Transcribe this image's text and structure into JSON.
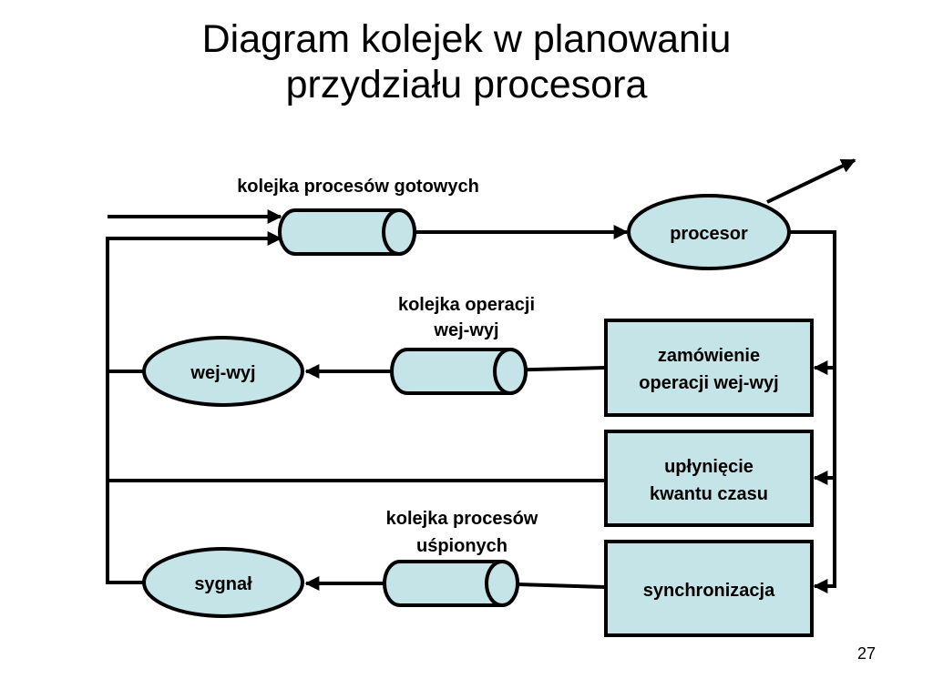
{
  "title": {
    "line1": "Diagram kolejek w planowaniu",
    "line2": "przydziału procesora"
  },
  "queues": {
    "ready_label": "kolejka procesów gotowych",
    "io_label_1": "kolejka operacji",
    "io_label_2": "wej-wyj",
    "sleep_label_1": "kolejka procesów",
    "sleep_label_2": "uśpionych"
  },
  "nodes": {
    "cpu": "procesor",
    "io": "wej-wyj",
    "signal": "sygnał"
  },
  "events": {
    "io_request_1": "zamówienie",
    "io_request_2": "operacji wej-wyj",
    "timeslice_1": "upłynięcie",
    "timeslice_2": "kwantu czasu",
    "sync": "synchronizacja"
  },
  "page_number": "27",
  "colors": {
    "shape_fill": "#c5e4e8",
    "stroke": "#000000"
  }
}
